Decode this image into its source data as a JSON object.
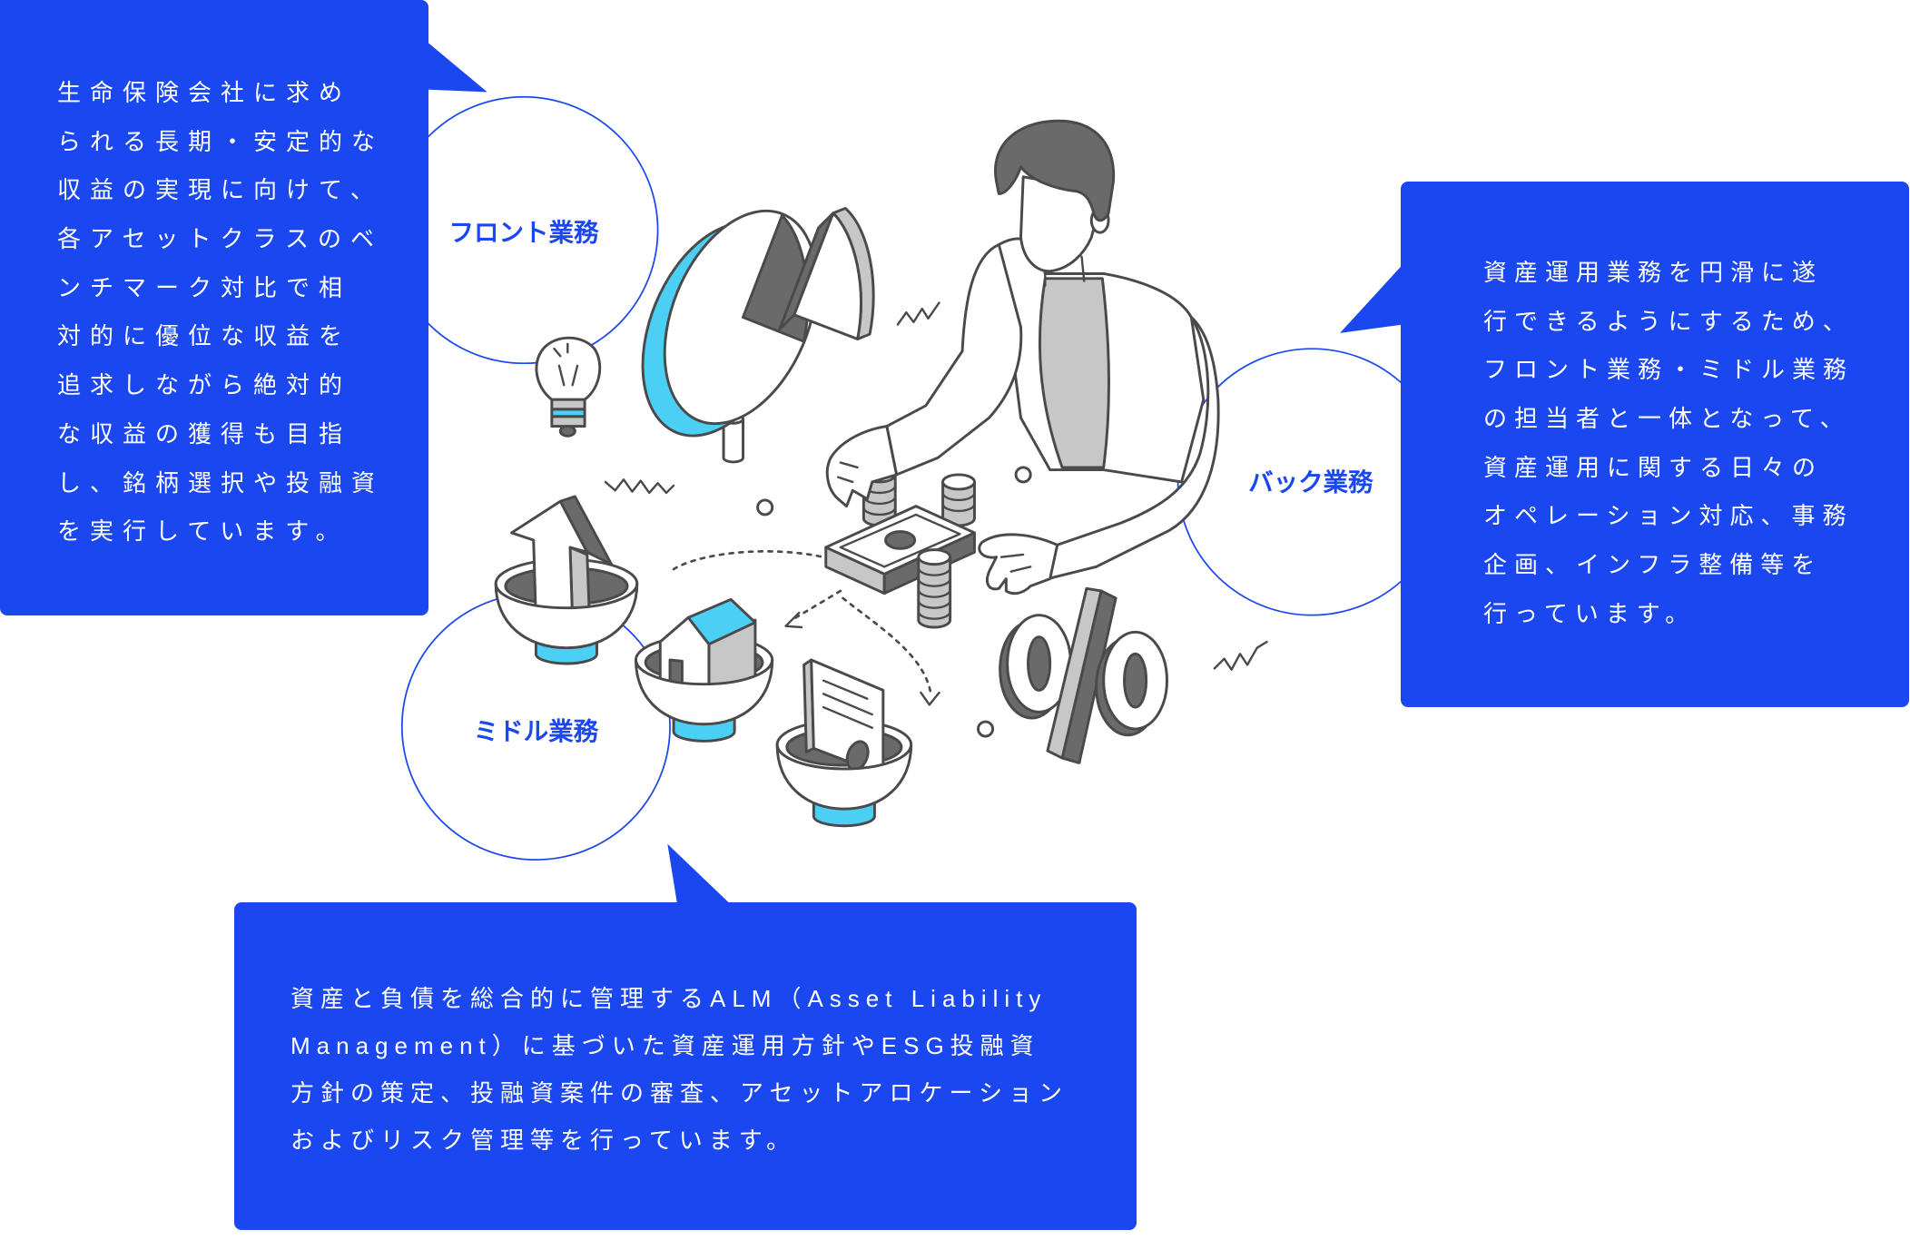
{
  "front_office": {
    "label": "フロント業務",
    "lines": [
      "生命保険会社に求め",
      "られる長期・安定的な",
      "収益の実現に向けて、",
      "各アセットクラスのベ",
      "ンチマーク対比で相",
      "対的に優位な収益を",
      "追求しながら絶対的",
      "な収益の獲得も目指",
      "し、銘柄選択や投融資",
      "を実行しています。"
    ]
  },
  "middle_office": {
    "label": "ミドル業務",
    "lines": [
      "資産と負債を総合的に管理するALM（Asset Liability",
      "Management）に基づいた資産運用方針やESG投融資",
      "方針の策定、投融資案件の審査、アセットアロケーション",
      "およびリスク管理等を行っています。"
    ]
  },
  "back_office": {
    "label": "バック業務",
    "lines": [
      "資産運用業務を円滑に遂",
      "行できるようにするため、",
      "フロント業務・ミドル業務",
      "の担当者と一体となって、",
      "資産運用に関する日々の",
      "オペレーション対応、事務",
      "企画、インフラ整備等を",
      "行っています。"
    ]
  },
  "colors": {
    "box_blue": "#1a47f0",
    "label_blue": "#1a47f0",
    "accent_cyan": "#4ccff5",
    "outline_gray": "#4a4a4a",
    "fill_gray": "#c7c7c7",
    "dark_gray": "#6a6a6a"
  }
}
